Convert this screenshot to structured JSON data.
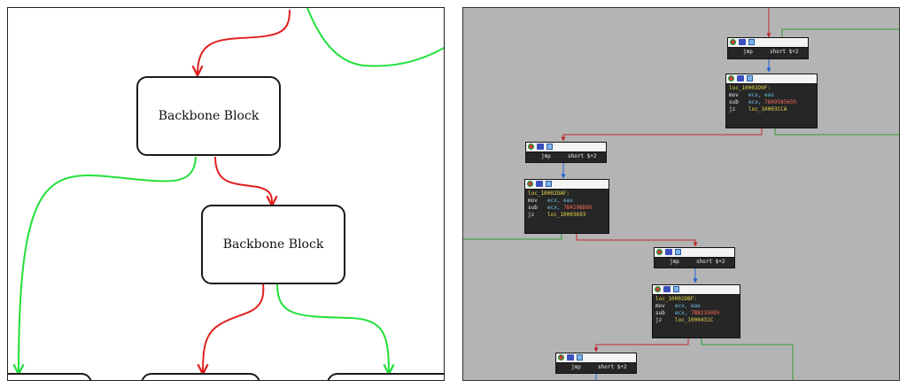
{
  "sketch": {
    "block_label_1": "Backbone Block",
    "block_label_2": "Backbone Block",
    "edge_colors": {
      "taken": "#e02020",
      "fallthrough": "#22e03a"
    }
  },
  "ida": {
    "edge_colors": {
      "taken": "#c0282b",
      "fallthrough": "#2e9b3a",
      "unconditional": "#1f5fd6"
    },
    "header_icons": [
      "graph-node-icon",
      "rename-icon",
      "list-icon"
    ],
    "jmp_nodes": [
      {
        "mnemonic": "jmp",
        "operand": "short $+2"
      },
      {
        "mnemonic": "jmp",
        "operand": "short $+2"
      },
      {
        "mnemonic": "jmp",
        "operand": "short $+2"
      },
      {
        "mnemonic": "jmp",
        "operand": "short $+2"
      }
    ],
    "blocks": [
      {
        "label": "loc_10002D9F:",
        "l1_mn": "mov",
        "l1_op": "ecx, eax",
        "l2_mn": "sub",
        "l2_op": "ecx, ",
        "l2_imm": "76A958565h",
        "l3_mn": "jz",
        "l3_target": "loc_10003CCA"
      },
      {
        "label": "loc_10002DAF:",
        "l1_mn": "mov",
        "l1_op": "ecx, eax",
        "l2_mn": "sub",
        "l2_op": "ecx, ",
        "l2_imm": "7B4298D6h",
        "l3_mn": "jz",
        "l3_target": "loc_10003693"
      },
      {
        "label": "loc_10002DBF:",
        "l1_mn": "mov",
        "l1_op": "ecx, eax",
        "l2_mn": "sub",
        "l2_op": "ecx, ",
        "l2_imm": "7BB2350Eh",
        "l3_mn": "jz",
        "l3_target": "loc_1000431C"
      }
    ]
  }
}
